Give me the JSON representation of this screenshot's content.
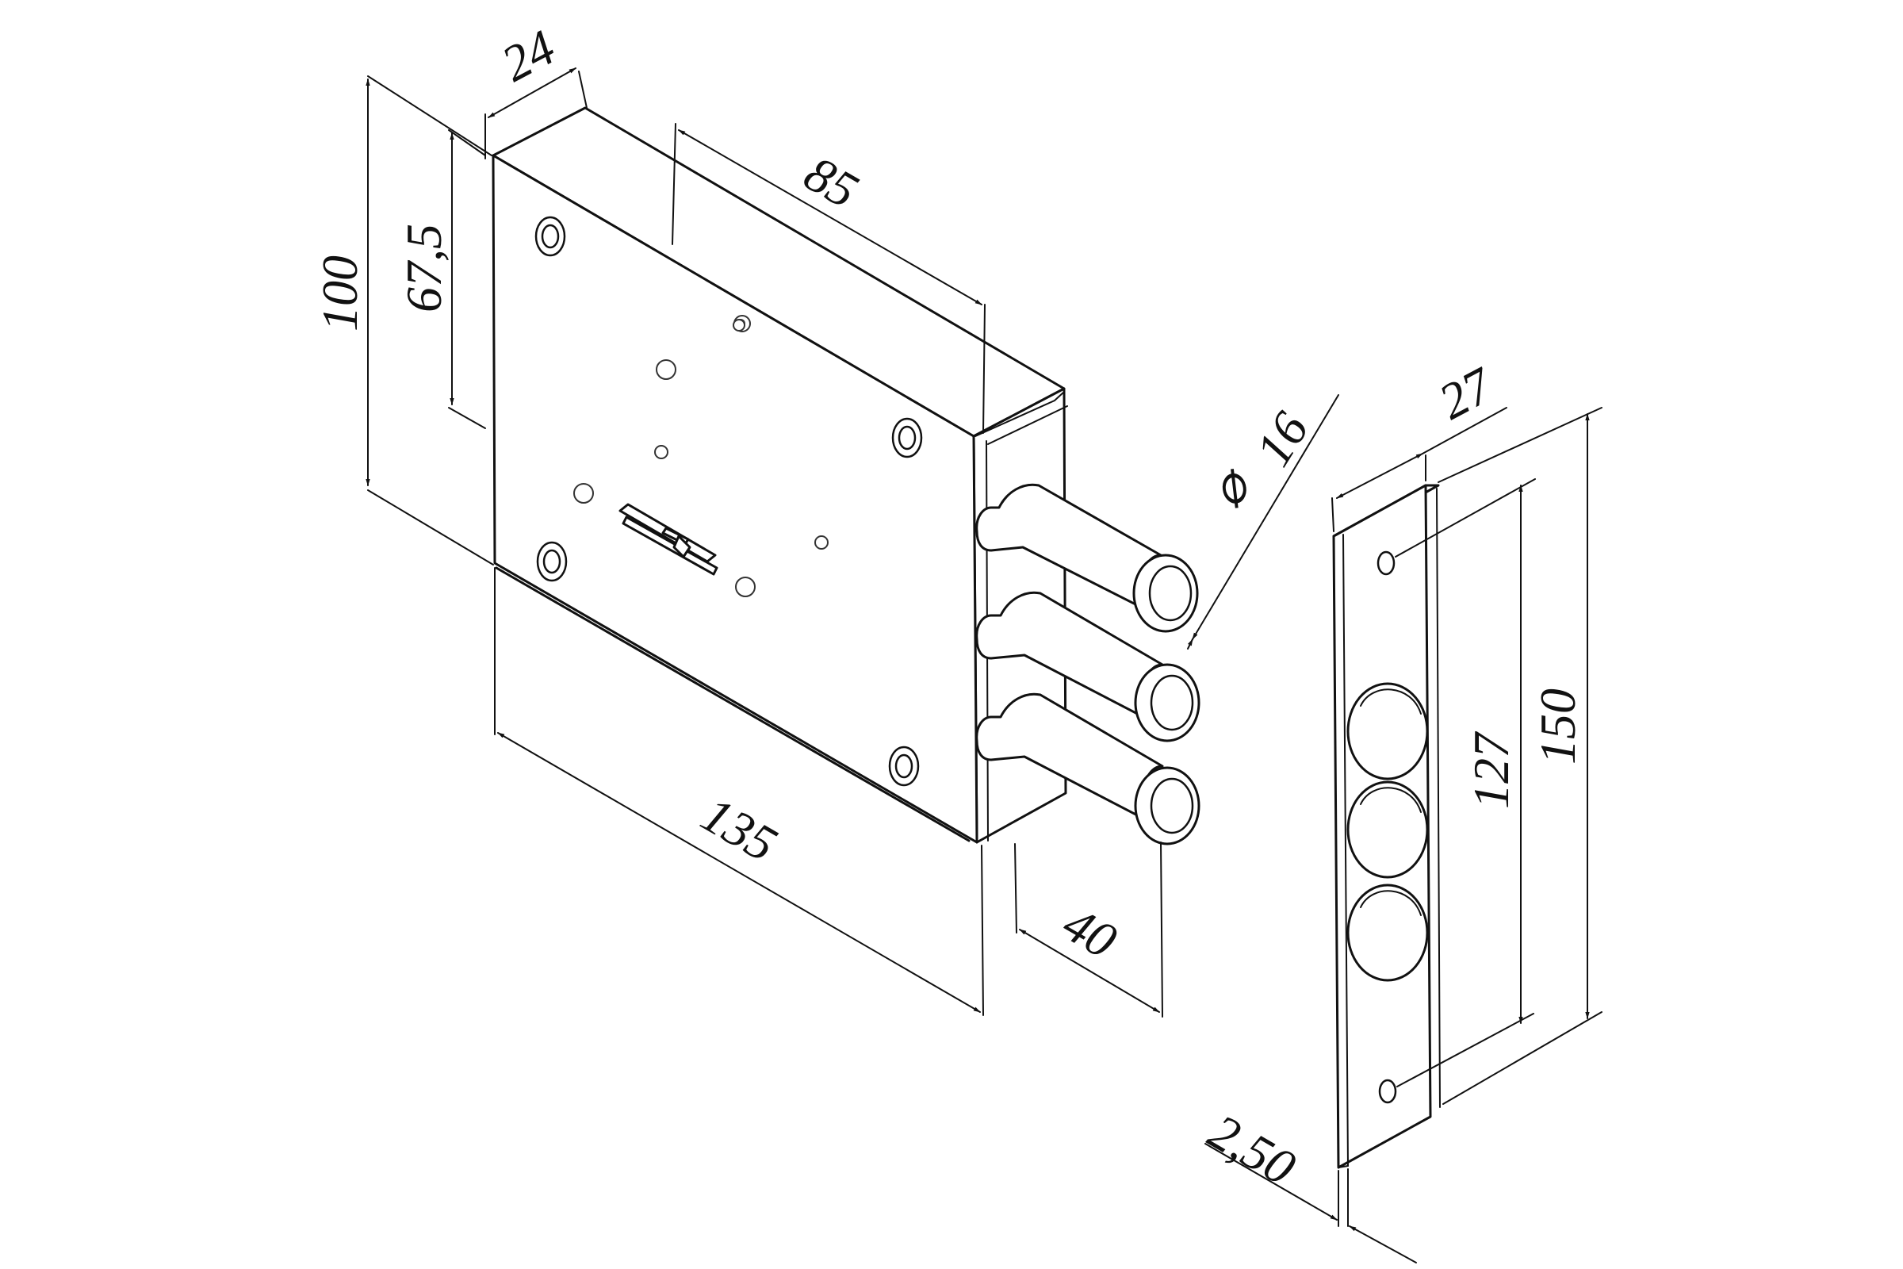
{
  "dimensions": {
    "body_depth": "24",
    "total_height": "100",
    "hole_spacing_vertical": "67,5",
    "lock_depth": "85",
    "bolt_diameter_symbol": "⌀",
    "bolt_diameter": "16",
    "lock_length": "135",
    "bolt_projection": "40",
    "strike_width": "27",
    "strike_hole_spacing": "127",
    "strike_length": "150",
    "strike_thickness": "2,50"
  },
  "colors": {
    "line": "#111111",
    "background": "#ffffff"
  }
}
